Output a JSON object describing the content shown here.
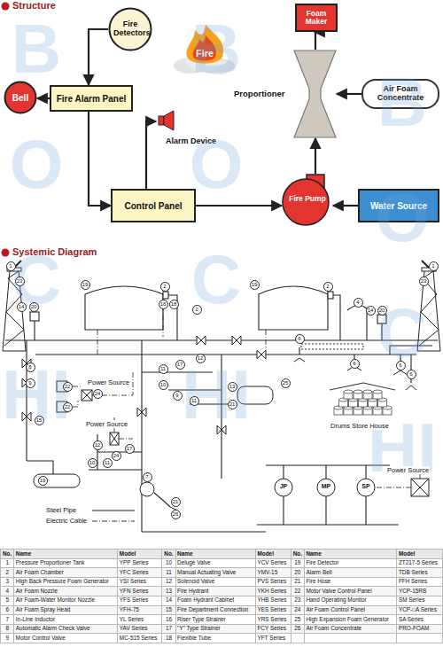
{
  "diagram": {
    "nodes": [
      {
        "text": [
          "Fire Detectors"
        ]
      },
      {
        "text": [
          "Foam Maker"
        ]
      },
      {
        "text": [
          "Fire"
        ]
      },
      {
        "text": [
          "Bell"
        ]
      },
      {
        "text": [
          "Fire Alarm Panel"
        ]
      },
      {
        "text": [
          "Proportioner"
        ]
      },
      {
        "text": [
          "Air Foam Concentrate"
        ]
      },
      {
        "text": [
          "Alarm Device"
        ]
      },
      {
        "text": [
          "Control Panel"
        ]
      },
      {
        "text": [
          "Fire Pump"
        ]
      },
      {
        "text": [
          "Water Source"
        ]
      }
    ],
    "edges": [
      {
        "from": 0,
        "to": 4,
        "arrow": "to"
      },
      {
        "from": 4,
        "to": 3,
        "arrow": "to"
      },
      {
        "from": 4,
        "to": 8,
        "arrow": "to"
      },
      {
        "from": 8,
        "to": 7,
        "arrow": "to"
      },
      {
        "from": 8,
        "to": 9,
        "arrow": "to"
      },
      {
        "from": 10,
        "to": 9,
        "arrow": "to"
      },
      {
        "from": 9,
        "to": 5,
        "arrow": "to"
      },
      {
        "from": 6,
        "to": 5,
        "arrow": "to"
      },
      {
        "from": 5,
        "to": 1,
        "arrow": "to"
      }
    ],
    "labels": [
      "Structure",
      "Systemic Diagram",
      "BOCHI",
      "BOCHI",
      "BOCHI",
      "1",
      "23",
      "14",
      "20",
      "19",
      "2",
      "16",
      "18",
      "2",
      "19",
      "2",
      "4",
      "14",
      "20",
      "23",
      "1",
      "8",
      "9",
      "15",
      "22",
      "22",
      "24",
      "11",
      "10",
      "17",
      "12",
      "9",
      "11",
      "13",
      "21",
      "25",
      "6",
      "6",
      "6",
      "6",
      "12",
      "17",
      "24",
      "10",
      "11",
      "19",
      "7",
      "21",
      "26",
      "Power Source",
      "Power Source",
      "Power Source",
      "Drums Store House",
      "JP",
      "MP",
      "SP",
      "No.",
      "Name",
      "Model",
      "No.",
      "Name",
      "Model",
      "No.",
      "Name",
      "Model",
      "1",
      "Pressure Proportioner Tank",
      "YPP Series",
      "10",
      "Deluge Valve",
      "YCV Series",
      "19",
      "Fire Detector",
      "ZT217-5 Series",
      "2",
      "Air Foam Chamber",
      "YFC Series",
      "11",
      "Manual Actuating Valve",
      "YMV-15",
      "20",
      "Alarm Bell",
      "TDB Series",
      "3",
      "High Back Pressure Foam Generator",
      "YSI Series",
      "12",
      "Solenoid Valve",
      "PVS Series",
      "21",
      "Fire Hose",
      "FFH Series",
      "4",
      "Air Foam Nozzle",
      "YFN Series",
      "13",
      "Fire Hydrant",
      "YKH Series",
      "22",
      "Motor Valve Control Panel",
      "YCP-15RB",
      "5",
      "Air Foam-Water Monitor Nozzle",
      "YFS Series",
      "14",
      "Foam Hydrant Cabinet",
      "YHB Series",
      "23",
      "Hand Operating Monitor",
      "SM Series",
      "6",
      "Air Foam Spray Head",
      "YFH-75",
      "15",
      "Fire Department Connection",
      "YES Series",
      "24",
      "Air Foam Control Panel",
      "YCP-□A Series",
      "7",
      "In-Line Inductor",
      "YL Series",
      "16",
      "Riser Type Strainer",
      "YRS Series",
      "25",
      "High Expansion Foam Generator",
      "SA Series",
      "8",
      "Automatic Alarm Check Valve",
      "YAV Series",
      "17",
      "\"Y\" Type Strainer",
      "FCY Series",
      "26",
      "Air Foam Concentrate",
      "PRO-FOAM",
      "9",
      "Motor Control Valve",
      "MC-515 Series",
      "18",
      "Flexible Tube",
      "YFT Series"
    ],
    "legend": [
      {
        "text": "Steel Pipe"
      },
      {
        "text": "Electric Cable"
      }
    ]
  }
}
